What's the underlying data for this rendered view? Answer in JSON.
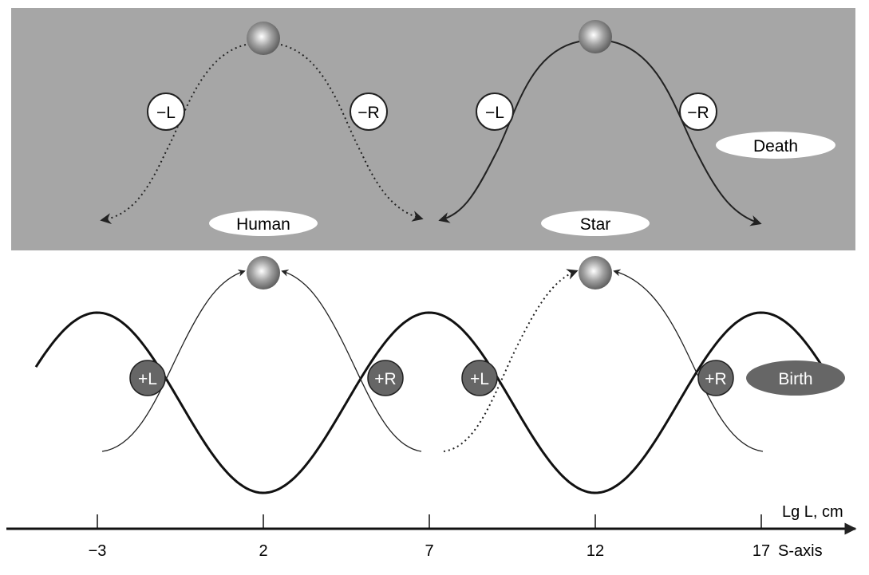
{
  "labels": {
    "human": "Human",
    "star": "Star",
    "death": "Death",
    "birth": "Birth",
    "minus_l": "−L",
    "minus_r": "−R",
    "plus_l": "+L",
    "plus_r": "+R"
  },
  "axis": {
    "ticks": [
      "−3",
      "2",
      "7",
      "12",
      "17"
    ],
    "top_label": "Lg L, cm",
    "bottom_label": "S-axis"
  },
  "colors": {
    "death_band": "#a6a6a6",
    "birth_marker": "#666666"
  }
}
